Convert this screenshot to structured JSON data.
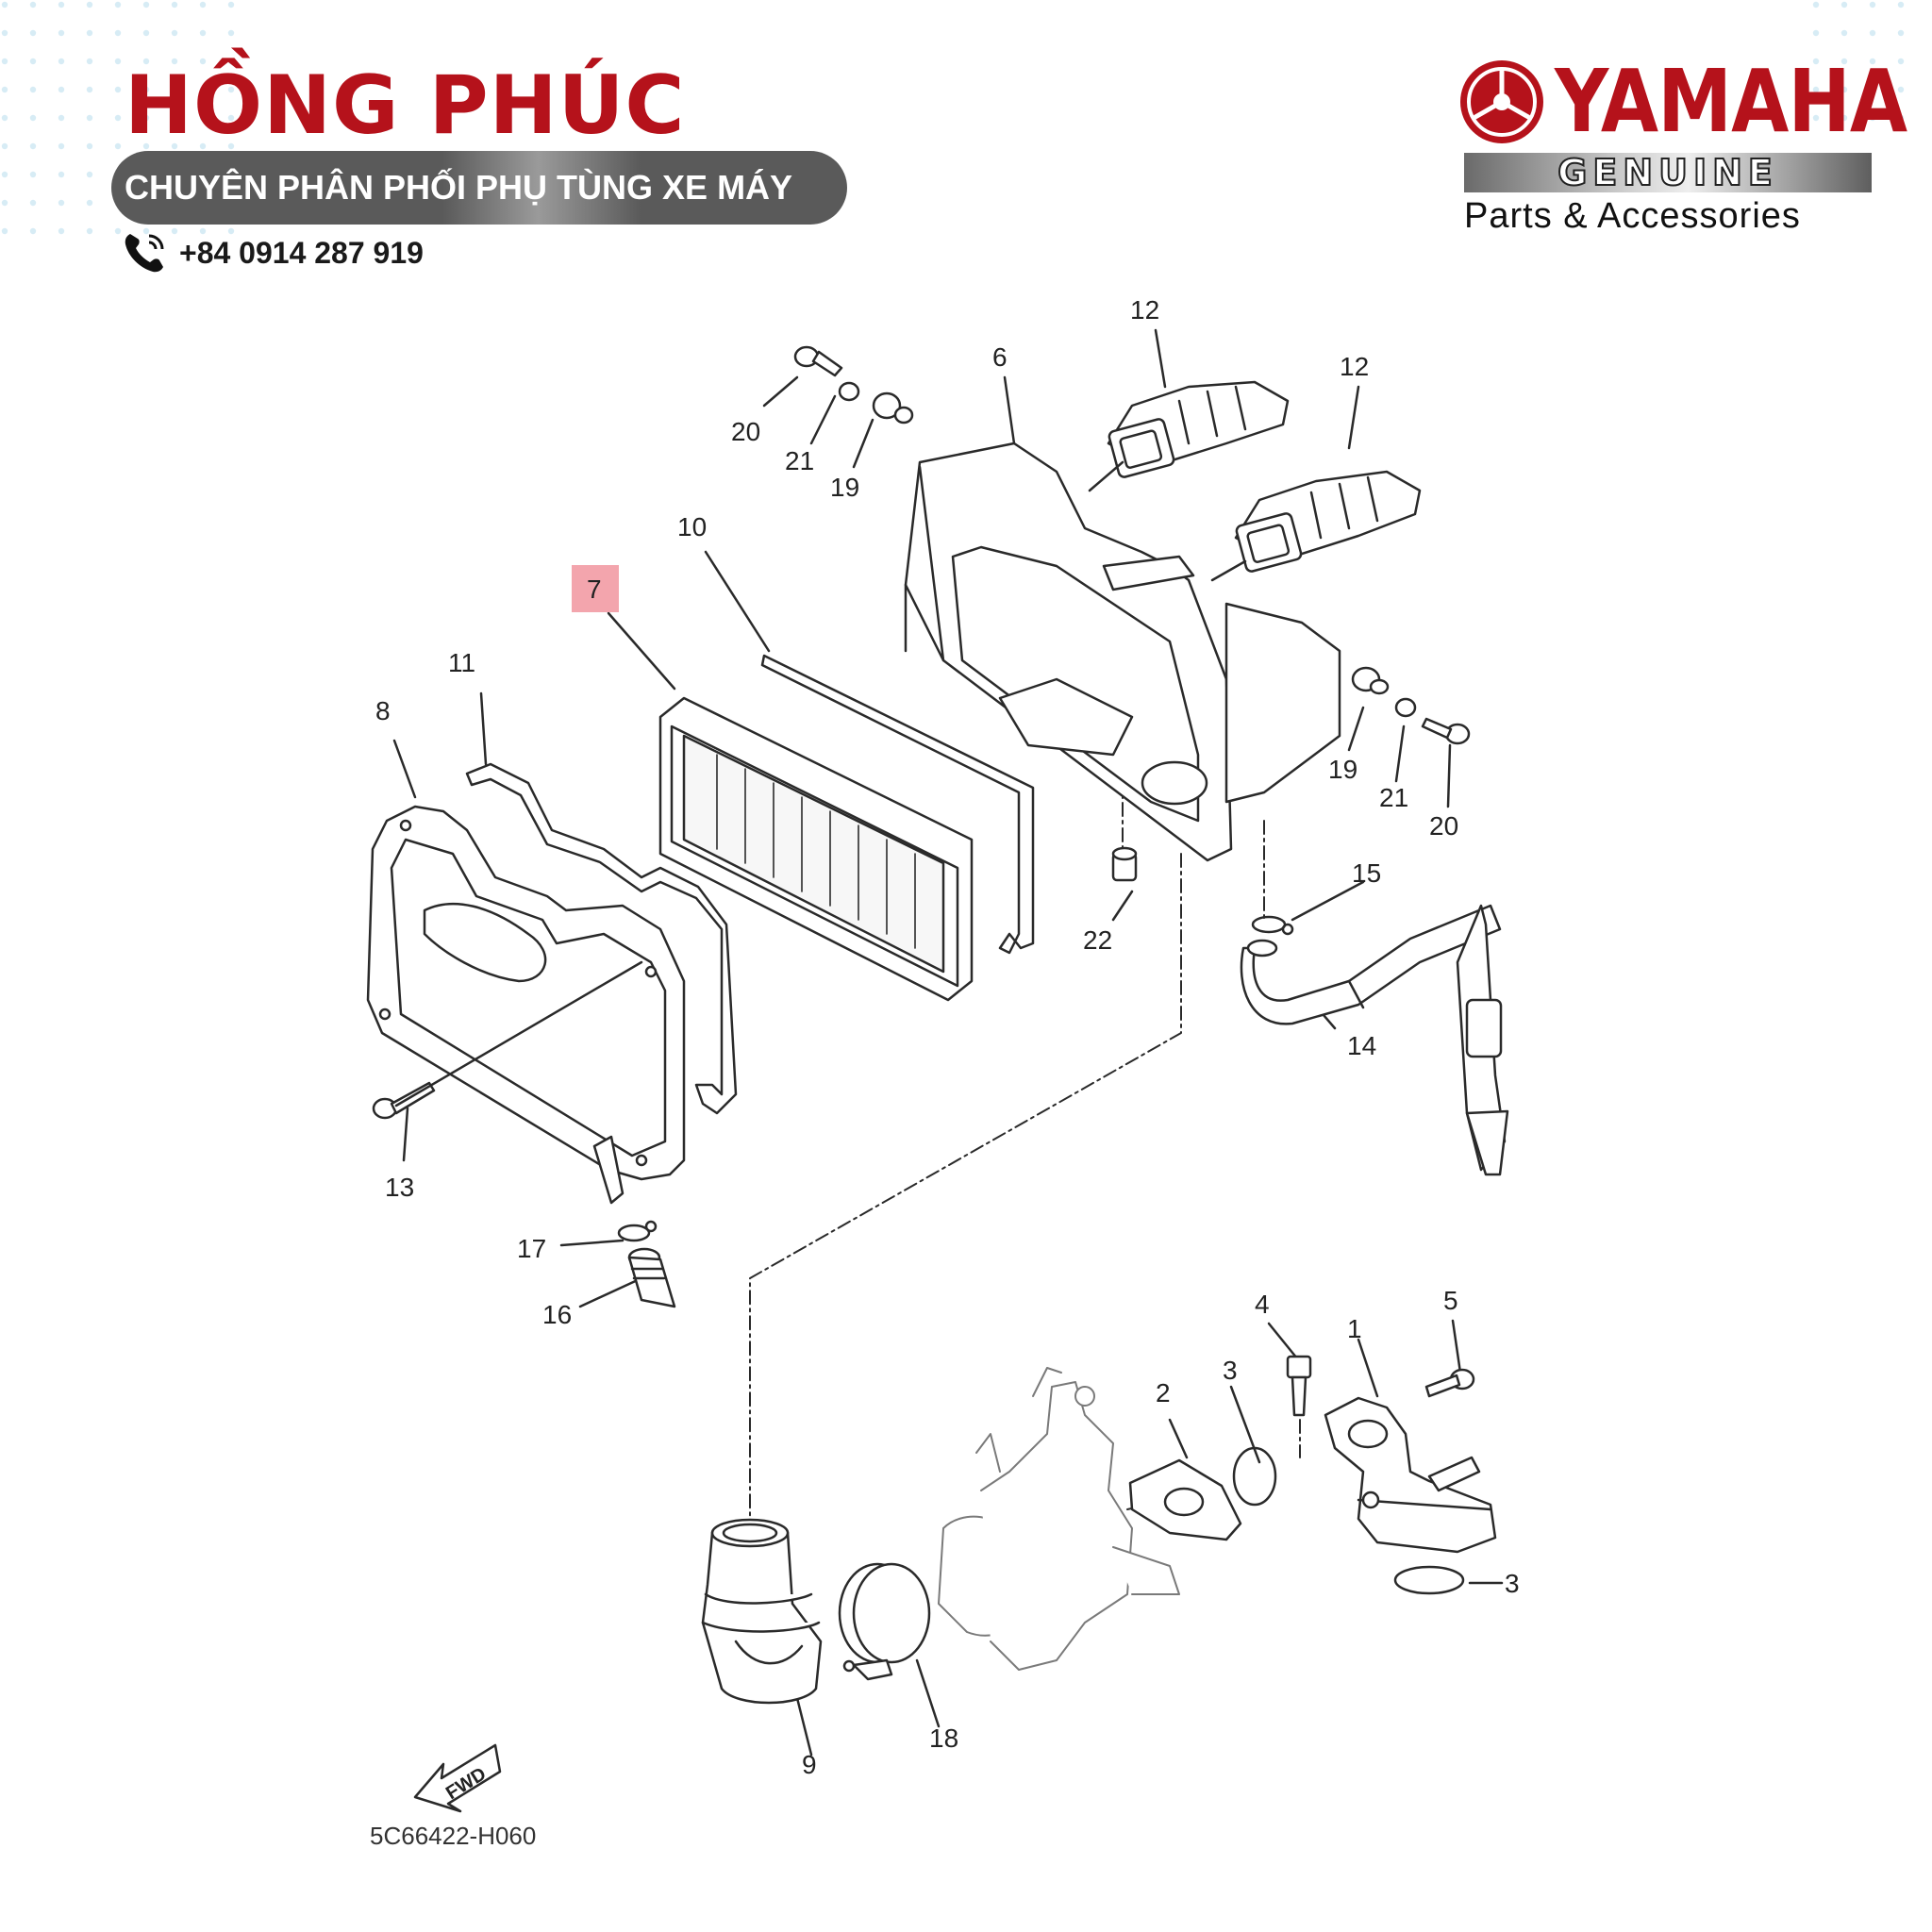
{
  "header": {
    "brand_name": "HỒNG PHÚC",
    "tagline": "CHUYÊN PHÂN PHỐI PHỤ TÙNG XE MÁY",
    "phone": "+84 0914 287 919"
  },
  "logo": {
    "brand": "YAMAHA",
    "genuine": "GENUINE",
    "subtitle": "Parts & Accessories"
  },
  "colors": {
    "brand_red": "#b5121b",
    "tagline_bg": "#5a5a5a",
    "highlight": "#f3a5ad",
    "line": "#2a2a2a"
  },
  "diagram": {
    "highlighted_part": "7",
    "labels": {
      "l12a": "12",
      "l12b": "12",
      "l6": "6",
      "l20a": "20",
      "l21a": "21",
      "l19a": "19",
      "l10": "10",
      "l7": "7",
      "l11": "11",
      "l8": "8",
      "l19b": "19",
      "l21b": "21",
      "l20b": "20",
      "l15": "15",
      "l22": "22",
      "l14": "14",
      "l13": "13",
      "l17": "17",
      "l16": "16",
      "l4": "4",
      "l1": "1",
      "l5": "5",
      "l3a": "3",
      "l2": "2",
      "l3b": "3",
      "l9": "9",
      "l18": "18"
    },
    "fwd_label": "FWD",
    "part_code": "5C66422-H060"
  }
}
